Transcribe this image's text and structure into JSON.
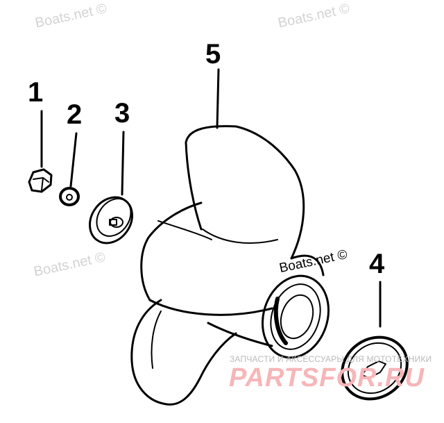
{
  "callouts": {
    "nut": "1",
    "washer": "2",
    "thrust_hub": "3",
    "spacer": "4",
    "propeller": "5"
  },
  "watermarks": {
    "top_left": "Boats.net ©",
    "top_right": "Boats.net ©",
    "middle_left": "Boats.net ©",
    "center": "Boats.net ©"
  },
  "brand": {
    "tagline": "ЗАПЧАСТИ И АКСЕССУАРЫ ДЛЯ МОТОТЕХНИКИ",
    "logo": "PARTSFOR.RU",
    "logo_color": "#f6b6b8"
  },
  "colors": {
    "line": "#000000",
    "watermark": "#d3d3d3",
    "background": "#ffffff"
  }
}
